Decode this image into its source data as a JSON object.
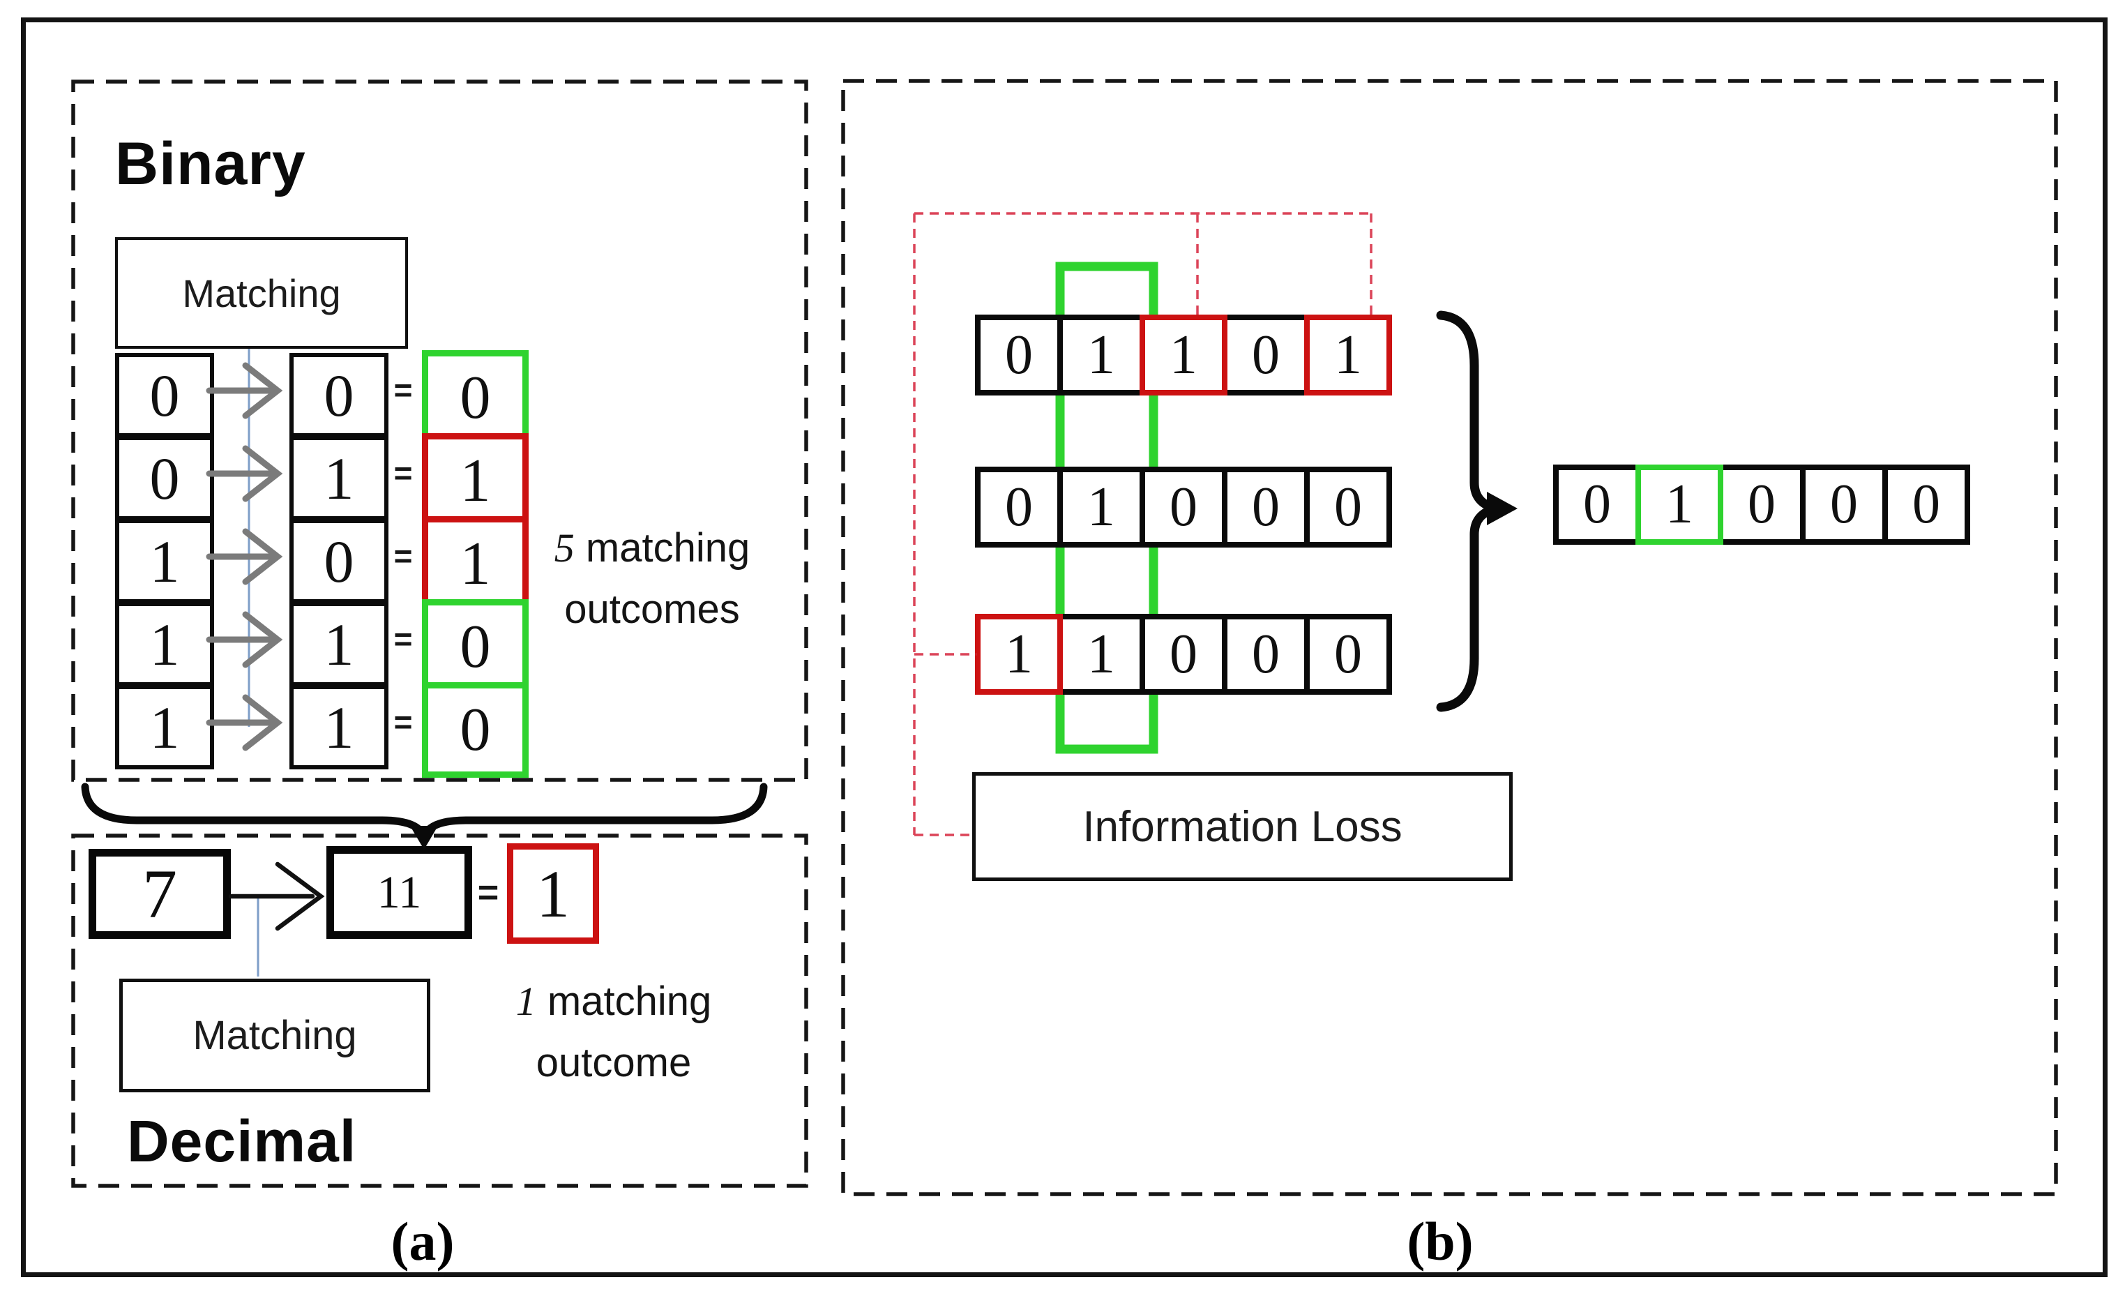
{
  "figure": {
    "panel_a": {
      "caption": "(a)",
      "binary": {
        "heading": "Binary",
        "matching_box_label": "Matching",
        "equals": "=",
        "rows": [
          {
            "source": "0",
            "target": "0",
            "outcome": "0",
            "outcome_color": "green"
          },
          {
            "source": "0",
            "target": "1",
            "outcome": "1",
            "outcome_color": "red"
          },
          {
            "source": "1",
            "target": "0",
            "outcome": "1",
            "outcome_color": "red"
          },
          {
            "source": "1",
            "target": "1",
            "outcome": "0",
            "outcome_color": "green"
          },
          {
            "source": "1",
            "target": "1",
            "outcome": "0",
            "outcome_color": "green"
          }
        ],
        "note": {
          "number": "5",
          "line1_rest": "matching",
          "line2": "outcomes"
        }
      },
      "decimal": {
        "heading": "Decimal",
        "matching_box_label": "Matching",
        "source": "7",
        "target": "11",
        "equals": "=",
        "outcome": "1",
        "note": {
          "number": "1",
          "line1_rest": "matching",
          "line2": "outcome"
        }
      }
    },
    "panel_b": {
      "caption": "(b)",
      "info_loss_label": "Information Loss",
      "rows": [
        {
          "bits": [
            "0",
            "1",
            "1",
            "0",
            "1"
          ],
          "red_cells": [
            2,
            4
          ]
        },
        {
          "bits": [
            "0",
            "1",
            "0",
            "0",
            "0"
          ],
          "red_cells": []
        },
        {
          "bits": [
            "1",
            "1",
            "0",
            "0",
            "0"
          ],
          "red_cells": [
            0
          ]
        }
      ],
      "result": {
        "bits": [
          "0",
          "1",
          "0",
          "0",
          "0"
        ],
        "green_cell": 1
      }
    },
    "colors": {
      "match_green": "#2FD32F",
      "mismatch_red": "#CC1212",
      "loss_dash_red": "#DB4458",
      "arrow_gray": "#7B7B7B",
      "connector_blue": "#7E9EC8",
      "ink_black": "#0d0d0d"
    }
  }
}
